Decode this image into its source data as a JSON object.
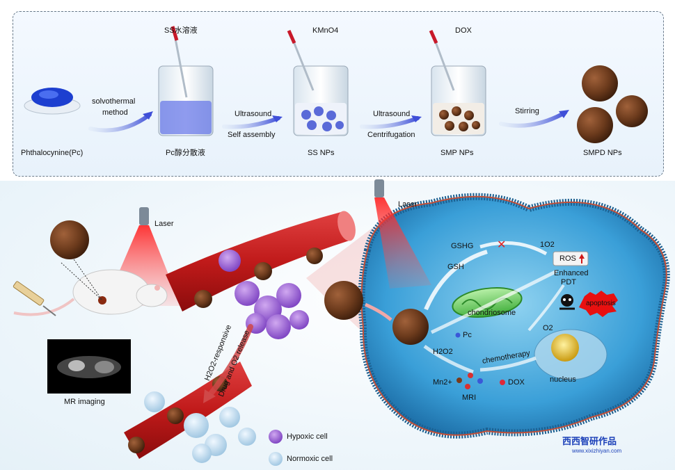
{
  "synthesis": {
    "reagent_ss": "SS水溶液",
    "reagent_kmno4": "KMnO4",
    "reagent_dox": "DOX",
    "arrow1_top": "solvothermal",
    "arrow1_bottom": "method",
    "arrow2_top": "Ultrasound",
    "arrow2_bottom": "Self assembly",
    "arrow3_top": "Ultrasound",
    "arrow3_bottom": "Centrifugation",
    "arrow4_top": "Stirring",
    "label_pc": "Phthalocynine(Pc)",
    "label_pc_dispersion": "Pc醇分散液",
    "label_ss_nps": "SS NPs",
    "label_smp_nps": "SMP NPs",
    "label_smpd_nps": "SMPD NPs"
  },
  "invivo": {
    "laser_left": "Laser",
    "mr_imaging": "MR imaging",
    "h2o2_responsive": "H2O2-responsive",
    "drug_release": "Drug and O2 release",
    "legend_hypoxic": "Hypoxic cell",
    "legend_normoxic": "Normoxic cell"
  },
  "cell": {
    "laser_right": "Laser",
    "gshg": "GSHG",
    "gsh": "GSH",
    "singlet_o2": "1O2",
    "ros": "ROS",
    "enhanced": "Enhanced",
    "pdt": "PDT",
    "chondriosome": "chondriosome",
    "apoptosis": "apoptosis",
    "o2": "O2",
    "pc": "Pc",
    "h2o2": "H2O2",
    "chemotherapy": "chemotherapy",
    "mn2": "Mn2+",
    "mri": "MRI",
    "dox": "DOX",
    "nucleus": "nucleus"
  },
  "watermark": {
    "brand": "西西智研作品",
    "url": "www.xixizhiyan.com"
  }
}
